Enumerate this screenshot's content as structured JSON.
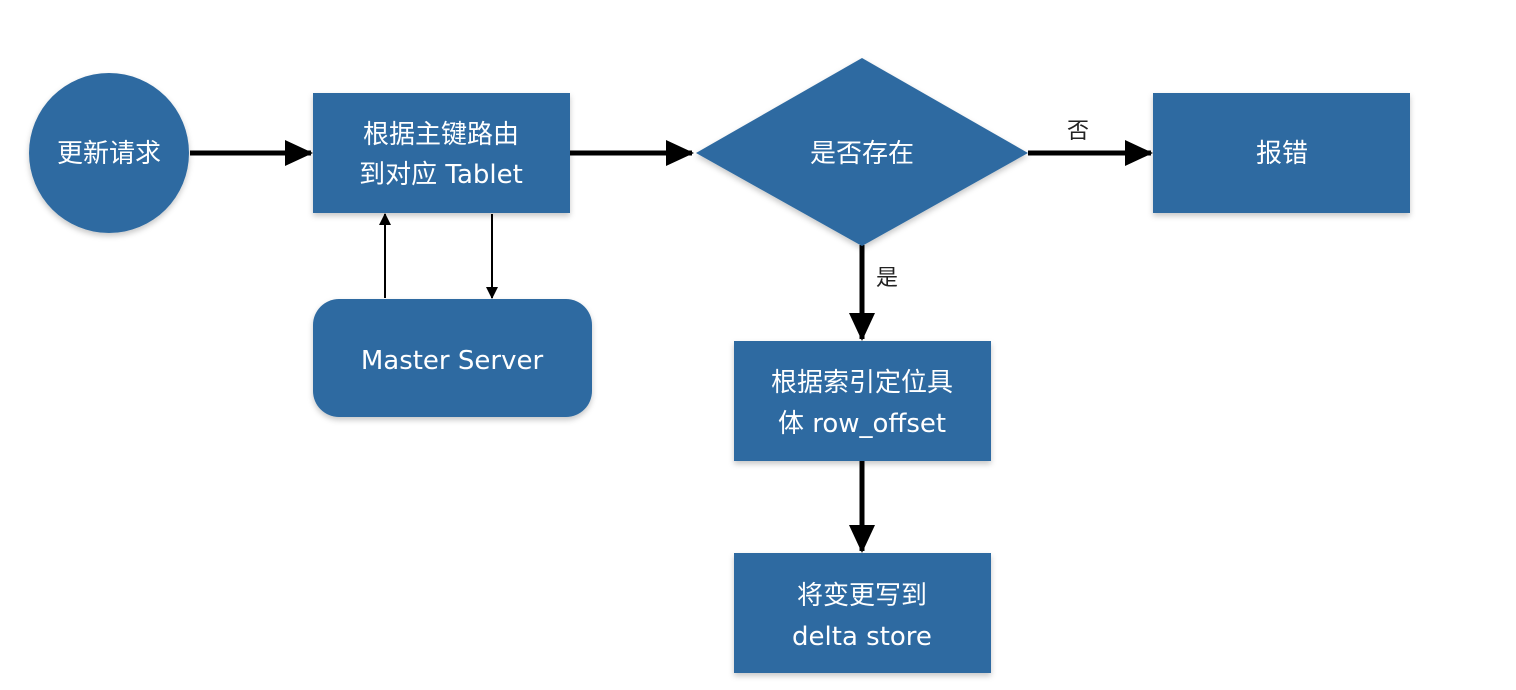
{
  "nodes": {
    "update_request": {
      "label": "更新请求"
    },
    "route_by_key": {
      "line1": "根据主键路由",
      "line2": "到对应 Tablet"
    },
    "master_server": {
      "label": "Master Server"
    },
    "exists_check": {
      "label": "是否存在"
    },
    "report_error": {
      "label": "报错"
    },
    "locate_offset": {
      "line1": "根据索引定位具",
      "line2": "体 row_offset"
    },
    "write_delta": {
      "line1": "将变更写到",
      "line2": "delta store"
    }
  },
  "edges": {
    "no_label": "否",
    "yes_label": "是"
  },
  "colors": {
    "node_fill": "#2f6ba1",
    "node_text": "#ffffff",
    "edge": "#000000"
  }
}
